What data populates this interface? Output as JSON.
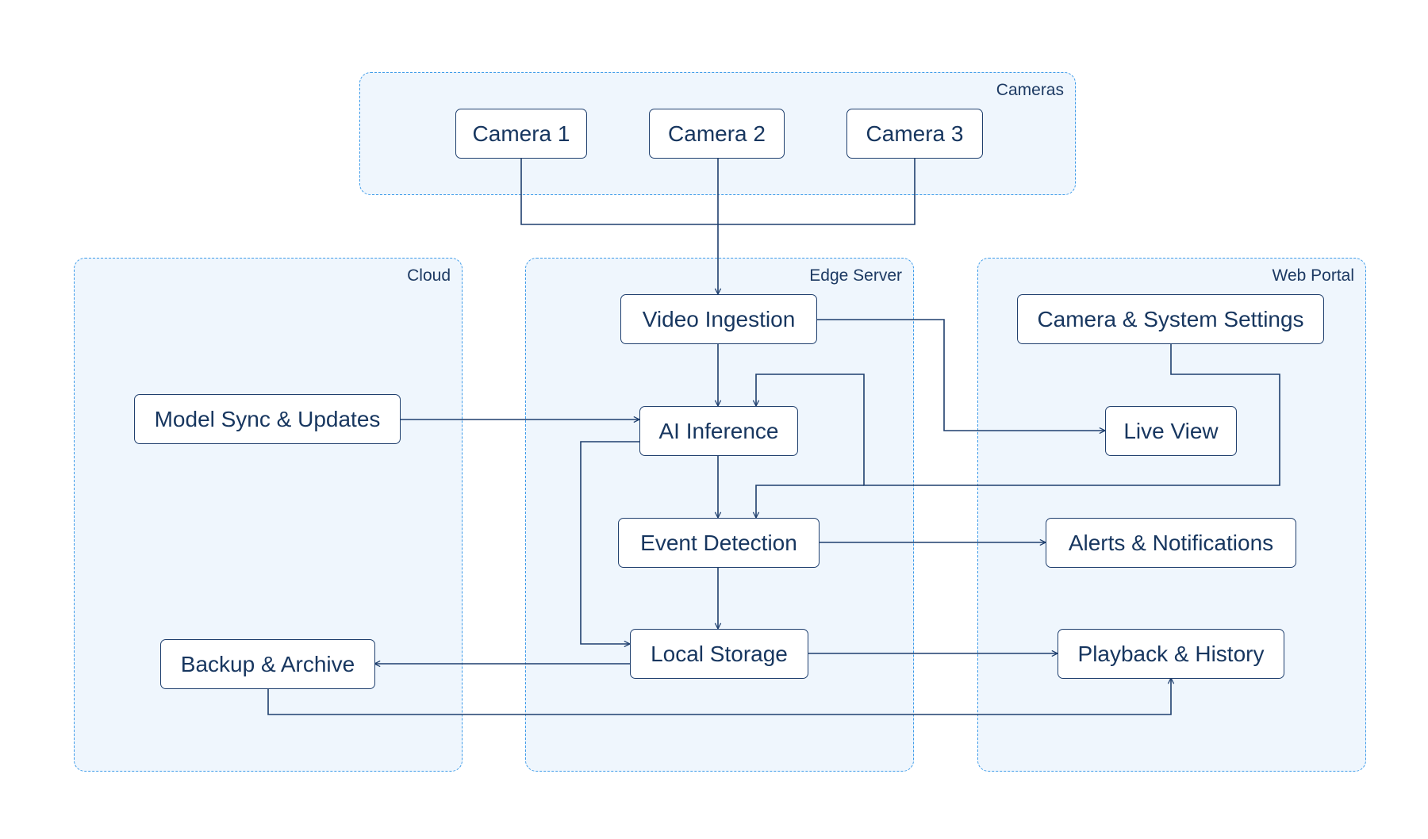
{
  "groups": {
    "cameras": {
      "label": "Cameras"
    },
    "cloud": {
      "label": "Cloud"
    },
    "edge": {
      "label": "Edge Server"
    },
    "portal": {
      "label": "Web Portal"
    }
  },
  "nodes": {
    "camera1": "Camera 1",
    "camera2": "Camera 2",
    "camera3": "Camera 3",
    "model_sync": "Model Sync & Updates",
    "backup": "Backup & Archive",
    "video_ingestion": "Video Ingestion",
    "ai_inference": "AI Inference",
    "event_detection": "Event Detection",
    "local_storage": "Local Storage",
    "settings": "Camera & System Settings",
    "live_view": "Live View",
    "alerts": "Alerts & Notifications",
    "playback": "Playback & History"
  },
  "edges": [
    {
      "from": "Camera 1",
      "to": "Video Ingestion"
    },
    {
      "from": "Camera 2",
      "to": "Video Ingestion"
    },
    {
      "from": "Camera 3",
      "to": "Video Ingestion"
    },
    {
      "from": "Video Ingestion",
      "to": "AI Inference"
    },
    {
      "from": "Video Ingestion",
      "to": "Live View"
    },
    {
      "from": "Model Sync & Updates",
      "to": "AI Inference"
    },
    {
      "from": "AI Inference",
      "to": "Event Detection"
    },
    {
      "from": "AI Inference",
      "to": "Local Storage"
    },
    {
      "from": "Camera & System Settings",
      "to": "AI Inference"
    },
    {
      "from": "Camera & System Settings",
      "to": "Event Detection"
    },
    {
      "from": "Event Detection",
      "to": "Local Storage"
    },
    {
      "from": "Event Detection",
      "to": "Alerts & Notifications"
    },
    {
      "from": "Local Storage",
      "to": "Backup & Archive"
    },
    {
      "from": "Local Storage",
      "to": "Playback & History"
    },
    {
      "from": "Backup & Archive",
      "to": "Playback & History"
    }
  ],
  "colors": {
    "accent": "#3d9be9",
    "group_fill": "#eff6fd",
    "stroke": "#1f3f6e",
    "text": "#17365f"
  }
}
